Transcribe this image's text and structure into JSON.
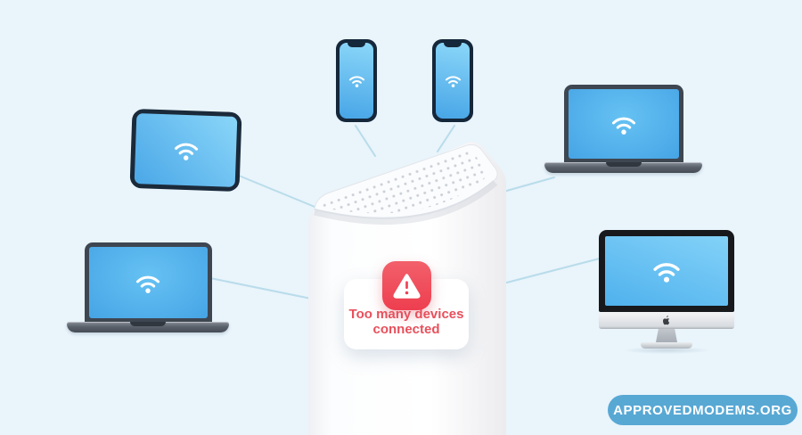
{
  "scene": {
    "background_color": "#e9f4fb",
    "connection_line_color": "#b9dcea",
    "screen_blue": "#55b1ec"
  },
  "router": {
    "id": "wifi-router",
    "body_color": "#ffffff"
  },
  "devices": [
    {
      "id": "tablet",
      "icon": "wifi-icon"
    },
    {
      "id": "laptop-left",
      "icon": "wifi-icon"
    },
    {
      "id": "phone-1",
      "icon": "wifi-icon"
    },
    {
      "id": "phone-2",
      "icon": "wifi-icon"
    },
    {
      "id": "laptop-right",
      "icon": "wifi-icon"
    },
    {
      "id": "imac",
      "icon": "wifi-icon"
    }
  ],
  "alert": {
    "icon": "warning-triangle-icon",
    "badge_color": "#ee4254",
    "line1": "Too many devices",
    "line2": "connected",
    "text_color": "#e8505c"
  },
  "watermark": {
    "label": "APPROVEDMODEMS.ORG",
    "background_color": "#58a8d4",
    "text_color": "#ffffff"
  }
}
